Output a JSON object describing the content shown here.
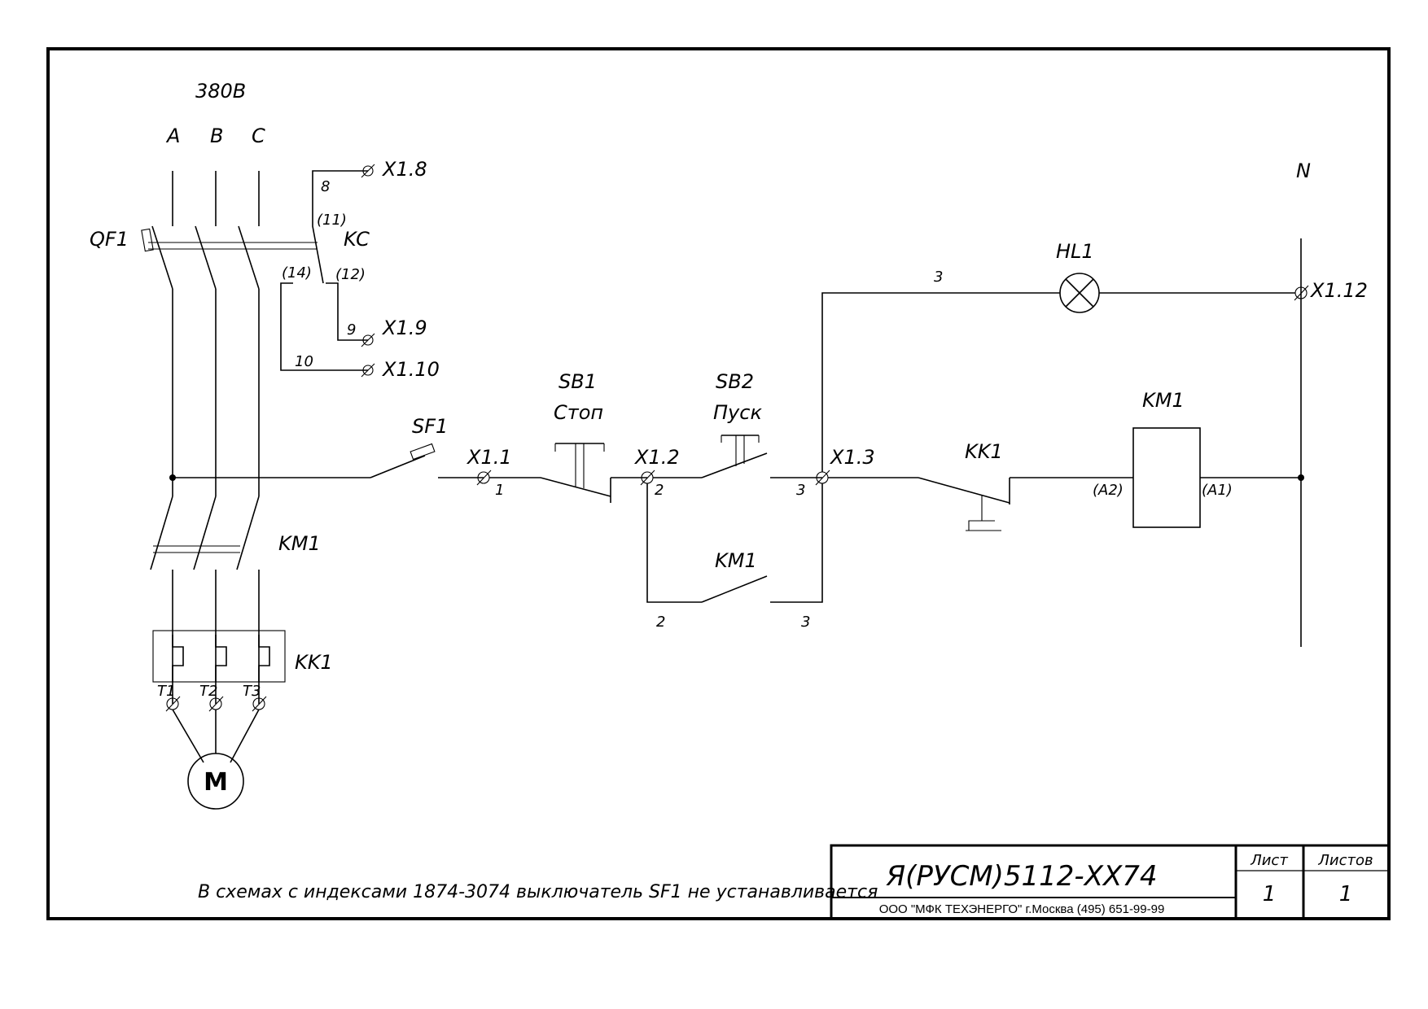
{
  "supply": {
    "voltage": "380В",
    "phase_a": "A",
    "phase_b": "B",
    "phase_c": "C",
    "neutral": "N"
  },
  "components": {
    "qf1": "QF1",
    "kc": "KC",
    "km1_main": "KM1",
    "kk1_relay": "KK1",
    "motor": "M",
    "sf1": "SF1",
    "sb1": "SB1",
    "sb1_caption": "Стоп",
    "sb2": "SB2",
    "sb2_caption": "Пуск",
    "km1_aux": "KM1",
    "kk1_contact": "KK1",
    "km1_coil": "KM1",
    "hl1": "HL1"
  },
  "terminals": {
    "x1_8": "X1.8",
    "x1_9": "X1.9",
    "x1_10": "X1.10",
    "x1_1": "X1.1",
    "x1_2": "X1.2",
    "x1_3": "X1.3",
    "x1_12": "X1.12",
    "t1": "T1",
    "t2": "T2",
    "t3": "T3"
  },
  "kc_pins": {
    "p11": "(11)",
    "p12": "(12)",
    "p14": "(14)"
  },
  "coil_pins": {
    "a2": "(A2)",
    "a1": "(A1)"
  },
  "wires": {
    "w8": "8",
    "w9": "9",
    "w10": "10",
    "w1": "1",
    "w2a": "2",
    "w2b": "2",
    "w3a": "3",
    "w3b": "3",
    "w3c": "3"
  },
  "note": "В схемах с индексами 1874-3074 выключатель SF1 не устанавливается",
  "title_block": {
    "designation": "Я(РУСМ)5112-XX74",
    "company": "ООО \"МФК ТЕХЭНЕРГО\" г.Москва  (495) 651-99-99",
    "sheet_label": "Лист",
    "sheet_value": "1",
    "sheets_label": "Листов",
    "sheets_value": "1"
  }
}
